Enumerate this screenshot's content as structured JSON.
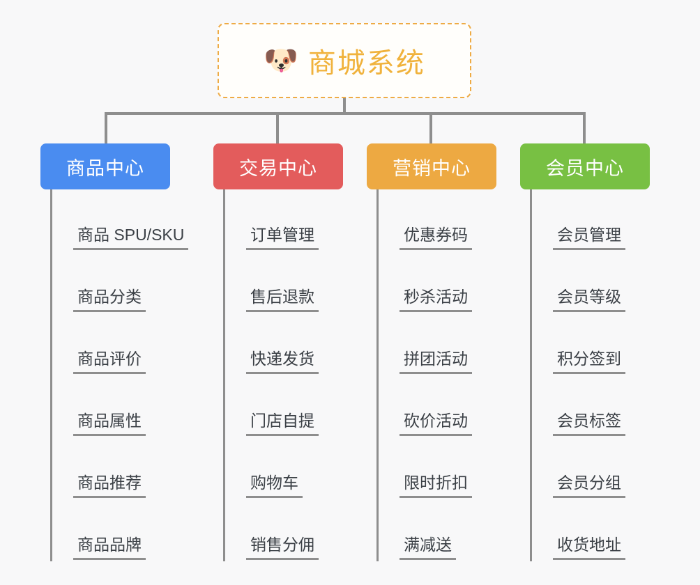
{
  "page": {
    "background": "#f8f8f9",
    "connector_color": "#8e8e8e",
    "type": "mindmap"
  },
  "root": {
    "icon": "shiba-dog-face-emoji",
    "emoji": "🐶",
    "title": "商城系统",
    "text_color": "#f0b23c",
    "border_color": "#eeab45",
    "border_style": "dashed"
  },
  "branches": [
    {
      "id": "product-center",
      "label": "商品中心",
      "color": "#4a8cf0",
      "items": [
        {
          "label": "商品 SPU/SKU"
        },
        {
          "label": "商品分类"
        },
        {
          "label": "商品评价"
        },
        {
          "label": "商品属性"
        },
        {
          "label": "商品推荐"
        },
        {
          "label": "商品品牌"
        }
      ]
    },
    {
      "id": "trade-center",
      "label": "交易中心",
      "color": "#e35c5c",
      "items": [
        {
          "label": "订单管理"
        },
        {
          "label": "售后退款"
        },
        {
          "label": "快递发货"
        },
        {
          "label": "门店自提"
        },
        {
          "label": "购物车"
        },
        {
          "label": "销售分佣"
        }
      ]
    },
    {
      "id": "marketing-center",
      "label": "营销中心",
      "color": "#eda942",
      "items": [
        {
          "label": "优惠券码"
        },
        {
          "label": "秒杀活动"
        },
        {
          "label": "拼团活动"
        },
        {
          "label": "砍价活动"
        },
        {
          "label": "限时折扣"
        },
        {
          "label": "满减送"
        }
      ]
    },
    {
      "id": "member-center",
      "label": "会员中心",
      "color": "#78c043",
      "items": [
        {
          "label": "会员管理"
        },
        {
          "label": "会员等级"
        },
        {
          "label": "积分签到"
        },
        {
          "label": "会员标签"
        },
        {
          "label": "会员分组"
        },
        {
          "label": "收货地址"
        }
      ]
    }
  ]
}
